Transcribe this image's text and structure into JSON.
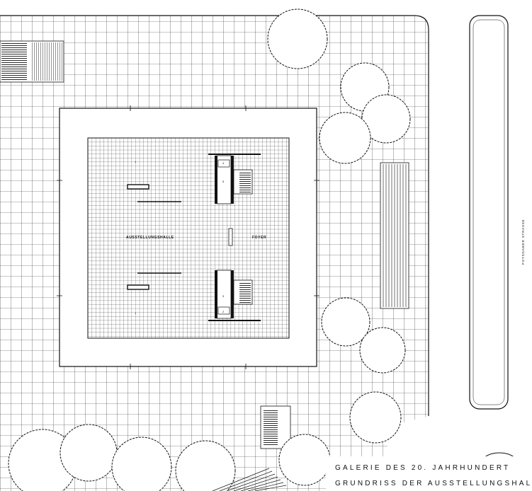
{
  "plan": {
    "hall_label": "AUSSTELLUNGSHALLE",
    "foyer_label": "FOYER",
    "street_label": "POTSDAMER STRASSE",
    "title_line1": "GALERIE DES 20. JAHRHUNDERT",
    "title_line2": "GRUNDRISS DER AUSSTELLUNGSHALL",
    "room_numbers": [
      "1",
      "2",
      "3",
      "4",
      "5"
    ],
    "colors": {
      "ink": "#111111",
      "paper": "#ffffff"
    },
    "icons": [
      "tree-icon",
      "stair-icon",
      "column-cross-icon"
    ]
  }
}
